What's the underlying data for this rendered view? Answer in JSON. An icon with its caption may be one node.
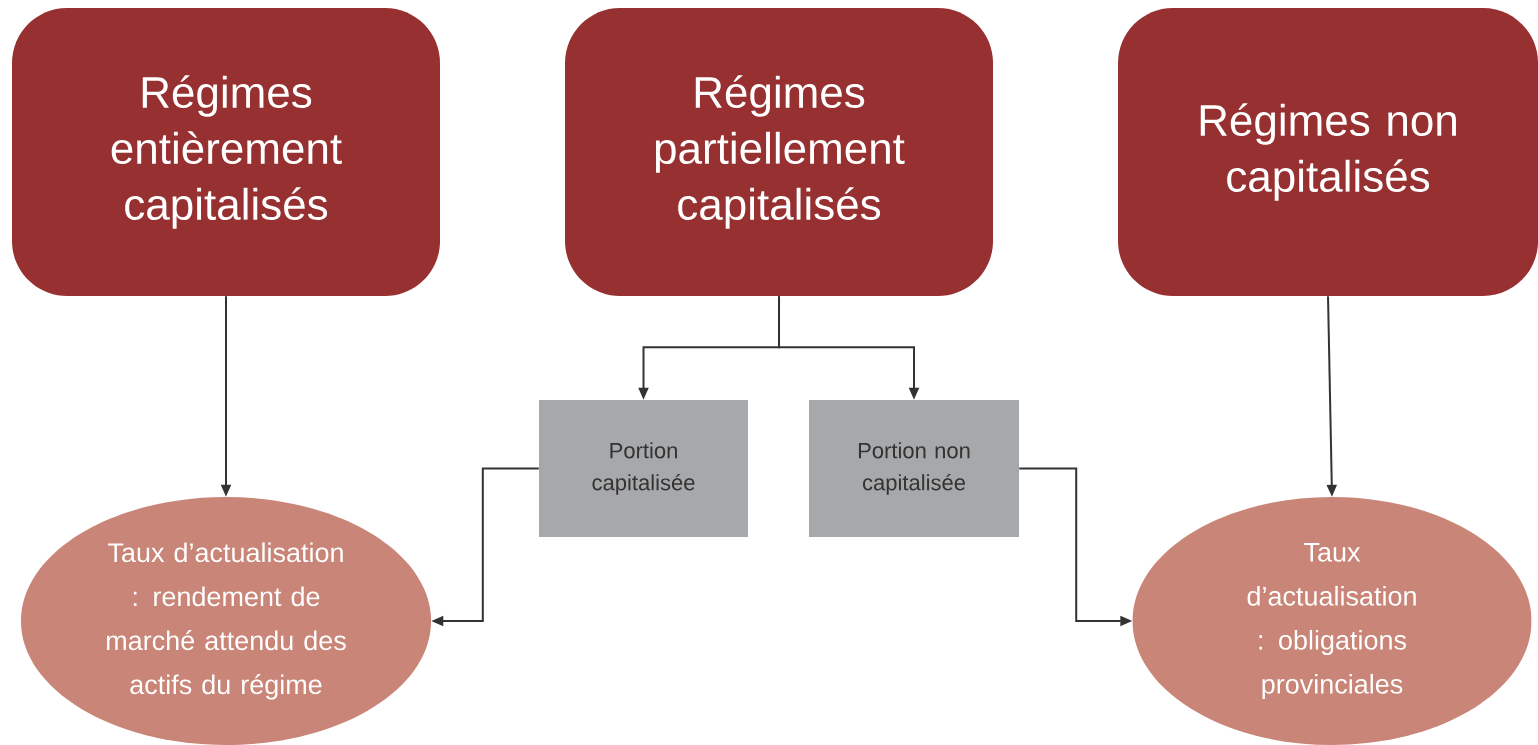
{
  "diagram": {
    "nodes": [
      {
        "text": [
          "Régimes entièrement capitalisés"
        ]
      },
      {
        "text": [
          "Régimes partiellement capitalisés"
        ]
      },
      {
        "text": [
          "Régimes non capitalisés"
        ]
      },
      {
        "text": [
          "Portion capitalisée"
        ]
      },
      {
        "text": [
          "Portion non capitalisée"
        ]
      },
      {
        "text": [
          "Taux d’actualisation : rendement de marché attendu des actifs du régime"
        ]
      },
      {
        "text": [
          "Taux d’actualisation : obligations provinciales"
        ]
      }
    ],
    "edges": [
      {
        "from": 0,
        "to": 5,
        "arrow": "to"
      },
      {
        "from": 1,
        "to": 3,
        "arrow": "to"
      },
      {
        "from": 1,
        "to": 4,
        "arrow": "to"
      },
      {
        "from": 3,
        "to": 5,
        "arrow": "to"
      },
      {
        "from": 4,
        "to": 6,
        "arrow": "to"
      },
      {
        "from": 2,
        "to": 6,
        "arrow": "to"
      }
    ]
  }
}
